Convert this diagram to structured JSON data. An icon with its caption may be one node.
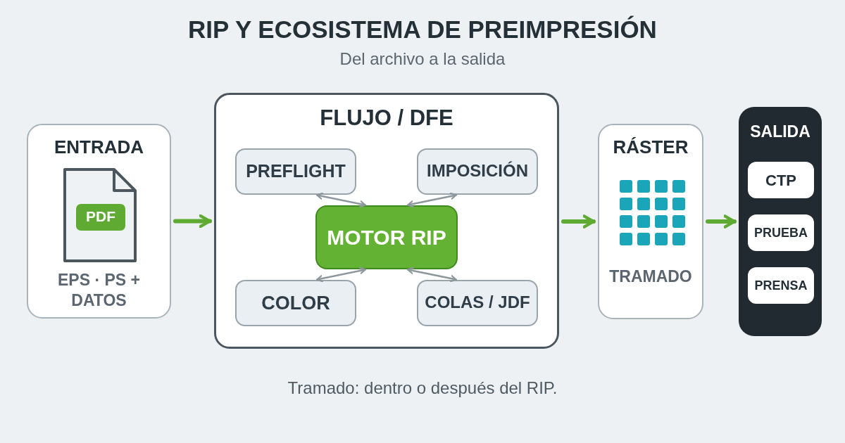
{
  "diagram": {
    "title": "RIP Y ECOSISTEMA DE PREIMPRESIÓN",
    "caption": "Tramado: dentro o después del RIP.",
    "nodes": [
      {
        "text": [
          "ENTRADA",
          "EPS · PS + DATOS"
        ]
      },
      {
        "text": [
          "PDF"
        ],
        "in": 0
      },
      {
        "text": [
          "FLUJO / DFE"
        ]
      },
      {
        "text": [
          "PREFLIGHT"
        ],
        "in": 2
      },
      {
        "text": [
          "IMPOSICIÓN"
        ],
        "in": 2
      },
      {
        "text": [
          "MOTOR RIP"
        ],
        "in": 2
      },
      {
        "text": [
          "COLOR"
        ],
        "in": 2
      },
      {
        "text": [
          "COLAS / JDF"
        ],
        "in": 2
      },
      {
        "text": [
          "RÁSTER",
          "TRAMADO"
        ]
      },
      {
        "text": [
          "SALIDA"
        ]
      },
      {
        "text": [
          "CTP"
        ],
        "in": 9
      },
      {
        "text": [
          "PRUEBA"
        ],
        "in": 9
      },
      {
        "text": [
          "PRENSA"
        ],
        "in": 9
      }
    ],
    "edges": [
      {
        "from": 0,
        "to": 2,
        "arrow": "to",
        "style": "thick",
        "color": "#5faa32"
      },
      {
        "from": 2,
        "to": 8,
        "arrow": "to",
        "style": "thick",
        "color": "#5faa32"
      },
      {
        "from": 8,
        "to": 9,
        "arrow": "to",
        "style": "thick",
        "color": "#5faa32"
      },
      {
        "from": 3,
        "to": 5,
        "arrow": "both"
      },
      {
        "from": 4,
        "to": 5,
        "arrow": "both"
      },
      {
        "from": 6,
        "to": 5,
        "arrow": "both"
      },
      {
        "from": 7,
        "to": 5,
        "arrow": "both"
      }
    ],
    "labels": [
      "Del archivo a la salida"
    ]
  }
}
